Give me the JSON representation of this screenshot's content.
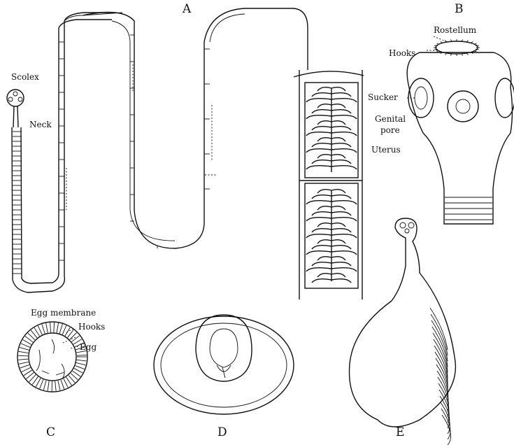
{
  "figure": {
    "panel_labels": {
      "a": "A",
      "b": "B",
      "c": "C",
      "d": "D",
      "e": "E"
    },
    "labels": {
      "scolex": "Scolex",
      "neck": "Neck",
      "genital_pore_line1": "Genital",
      "genital_pore_line2": "pore",
      "uterus": "Uterus",
      "rostellum": "Rostellum",
      "hooks": "Hooks",
      "sucker": "Sucker",
      "egg_membrane": "Egg membrane",
      "egg_hooks": "Hooks",
      "egg": "Egg"
    }
  },
  "colors": {
    "ink": "#111111",
    "paper": "#ffffff"
  }
}
